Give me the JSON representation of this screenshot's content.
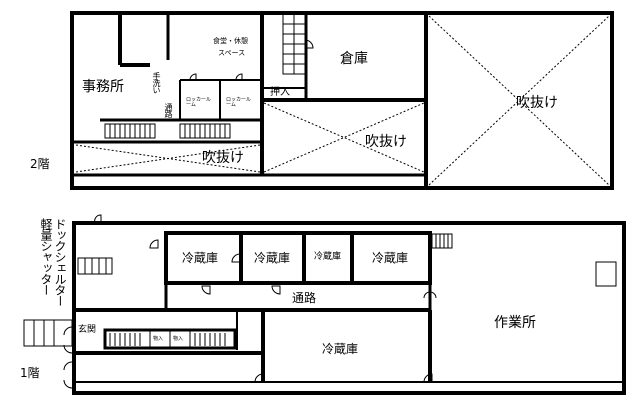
{
  "floor2": {
    "floor_label": "2階",
    "rooms": {
      "office": "事務所",
      "handwash": "手洗い",
      "passage": "通路",
      "dining": "食堂・休憩",
      "dining2": "スペース",
      "locker1": "ロッカールーム",
      "locker2": "ロッカールーム",
      "storage": "倉庫",
      "closet": "押入",
      "void_left": "吹抜け",
      "void_mid": "吹抜け",
      "void_right": "吹抜け"
    }
  },
  "floor1": {
    "floor_label": "1階",
    "dock": "ドックシェルター",
    "shutter": "軽量シャッター",
    "rooms": {
      "fridge1": "冷蔵庫",
      "fridge2": "冷蔵庫",
      "fridge3": "冷蔵庫",
      "fridge4": "冷蔵庫",
      "fridge5": "冷蔵庫",
      "passage": "通路",
      "entrance": "玄関",
      "closet1": "物入",
      "closet2": "物入",
      "workshop": "作業所"
    }
  },
  "colors": {
    "wall": "#000000",
    "background": "#ffffff"
  }
}
